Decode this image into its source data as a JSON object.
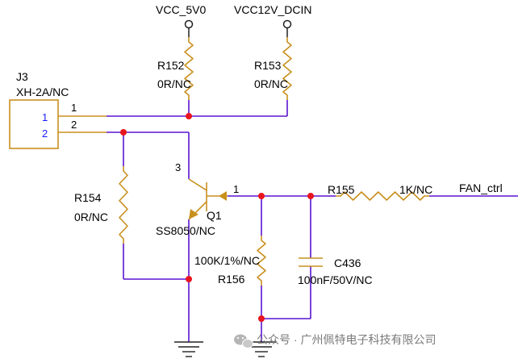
{
  "power": {
    "vcc5": "VCC_5V0",
    "vcc12": "VCC12V_DCIN"
  },
  "connector": {
    "ref": "J3",
    "value": "XH-2A/NC",
    "pin1_num": "1",
    "pin2_num": "2",
    "pin1_label": "1",
    "pin2_label": "2"
  },
  "r152": {
    "ref": "R152",
    "value": "0R/NC"
  },
  "r153": {
    "ref": "R153",
    "value": "0R/NC"
  },
  "r154": {
    "ref": "R154",
    "value": "0R/NC"
  },
  "r155": {
    "ref": "R155",
    "value": "1K/NC"
  },
  "r156": {
    "ref": "R156",
    "value": "100K/1%/NC"
  },
  "c436": {
    "ref": "C436",
    "value": "100nF/50V/NC"
  },
  "q1": {
    "ref": "Q1",
    "value": "SS8050/NC",
    "base_pin": "1",
    "collector_pin": "3"
  },
  "net": {
    "fan_ctrl": "FAN_ctrl"
  },
  "watermark": "公众号 · 广州佩特电子科技有限公司",
  "colors": {
    "wire": "#5a14d2",
    "component": "#c8901e",
    "junction": "#e8141e",
    "connector_box": "#c8901e",
    "pin_number": "#1a1aff"
  }
}
